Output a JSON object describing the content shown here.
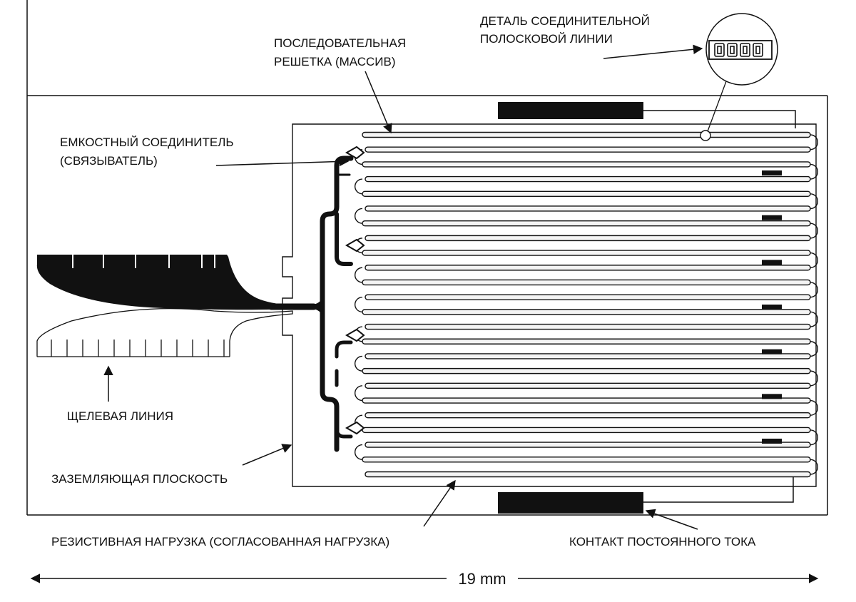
{
  "labels": {
    "serial_grid_line1": "ПОСЛЕДОВАТЕЛЬНАЯ",
    "serial_grid_line2": "РЕШЕТКА (МАССИВ)",
    "strip_detail_line1": "ДЕТАЛЬ СОЕДИНИТЕЛЬНОЙ",
    "strip_detail_line2": "ПОЛОСКОВОЙ ЛИНИИ",
    "cap_coupler_line1": "ЕМКОСТНЫЙ СОЕДИНИТЕЛЬ",
    "cap_coupler_line2": "(СВЯЗЫВАТЕЛЬ)",
    "slot_line": "ЩЕЛЕВАЯ ЛИНИЯ",
    "ground_plane": "ЗАЗЕМЛЯЮЩАЯ ПЛОСКОСТЬ",
    "resistive_load": "РЕЗИСТИВНАЯ НАГРУЗКА (СОГЛАСОВАННАЯ НАГРУЗКА)",
    "dc_contact": "КОНТАКТ ПОСТОЯННОГО ТОКА"
  },
  "dimension": {
    "text": "19 mm",
    "value": 19,
    "unit": "mm"
  },
  "structure": {
    "meander_line_count": 24,
    "load_resistor_count": 7,
    "branch_groups": 4,
    "dc_pad_count": 2
  },
  "colors": {
    "ink": "#111111",
    "background": "#ffffff",
    "trace_fill": "#f4f4f4"
  }
}
